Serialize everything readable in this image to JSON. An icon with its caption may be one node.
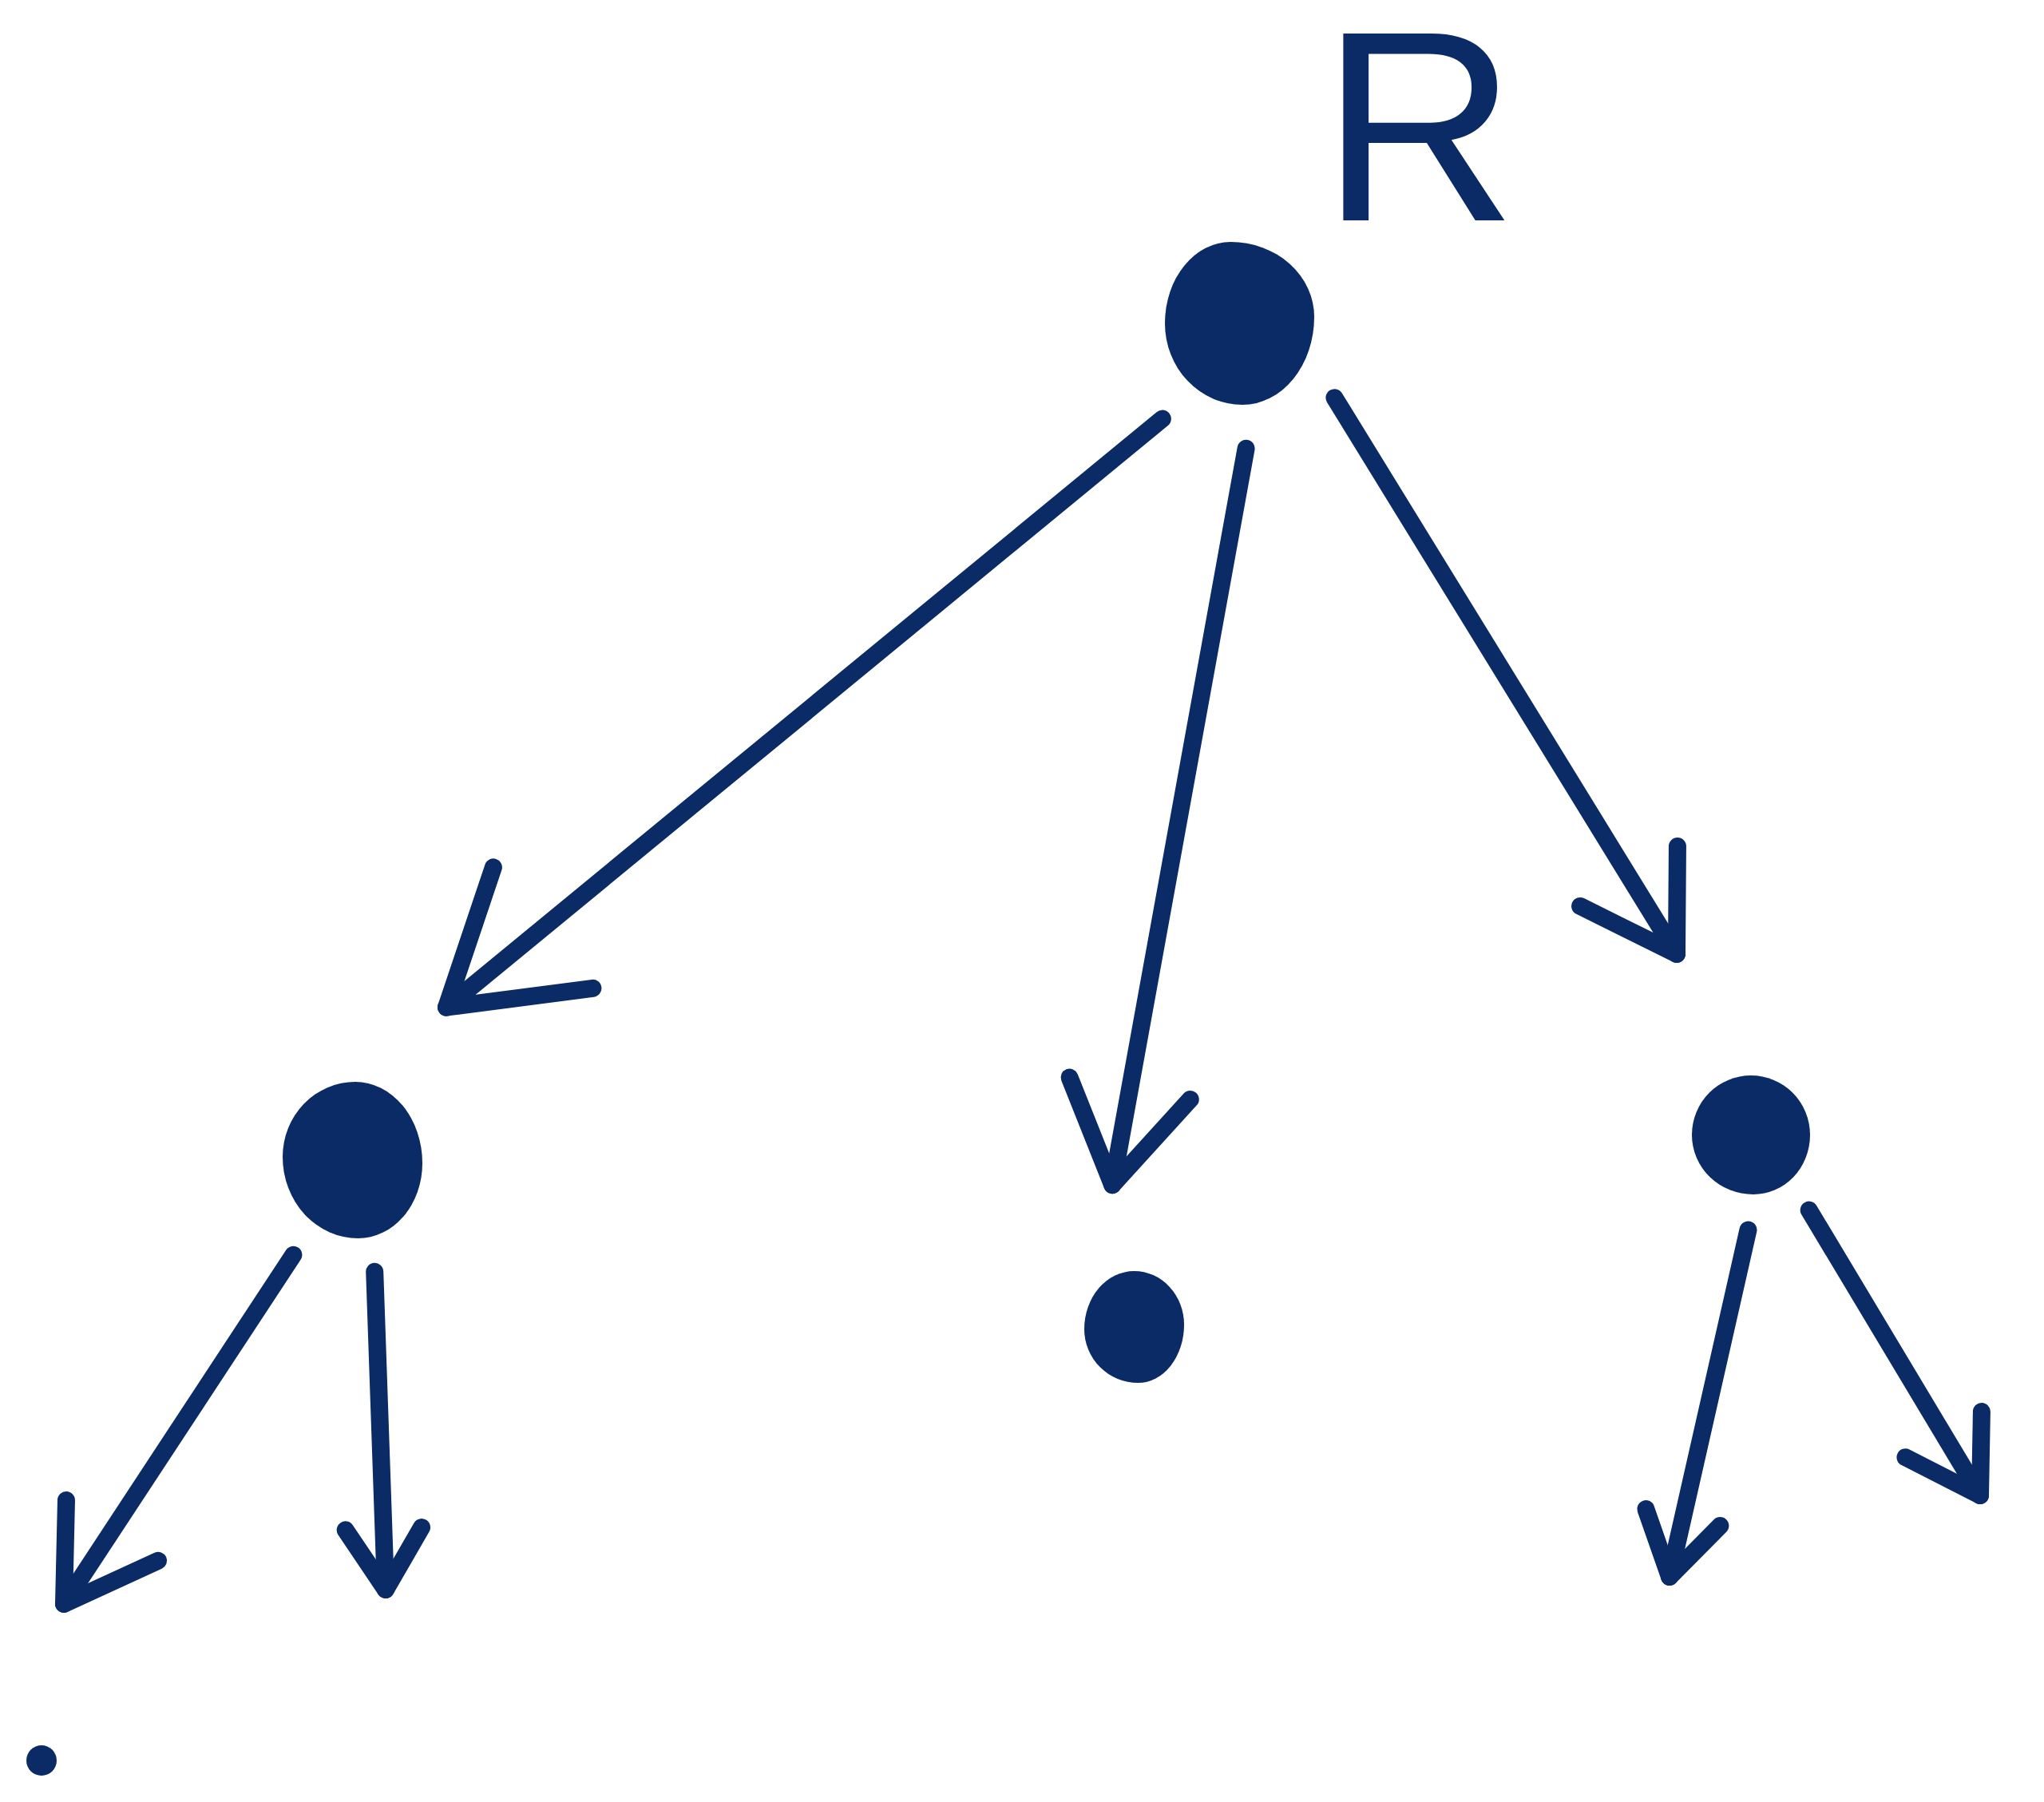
{
  "diagram": {
    "nodes": [
      {
        "text": [],
        "shape": "circle",
        "beside": [
          "R"
        ]
      },
      {
        "text": [],
        "shape": "circle"
      },
      {
        "text": [],
        "shape": "circle"
      },
      {
        "text": [],
        "shape": "circle"
      },
      {
        "text": [],
        "shape": "circle"
      }
    ],
    "edges": [
      {
        "from": 0,
        "to": 1,
        "arrow": "to"
      },
      {
        "from": 0,
        "to": 2,
        "arrow": "to"
      },
      {
        "from": 0,
        "to": 3,
        "arrow": "to"
      },
      {
        "from": 1,
        "to": null,
        "arrow": "to"
      },
      {
        "from": 1,
        "to": null,
        "arrow": "to"
      },
      {
        "from": 3,
        "to": null,
        "arrow": "to"
      },
      {
        "from": 3,
        "to": null,
        "arrow": "to"
      }
    ]
  }
}
